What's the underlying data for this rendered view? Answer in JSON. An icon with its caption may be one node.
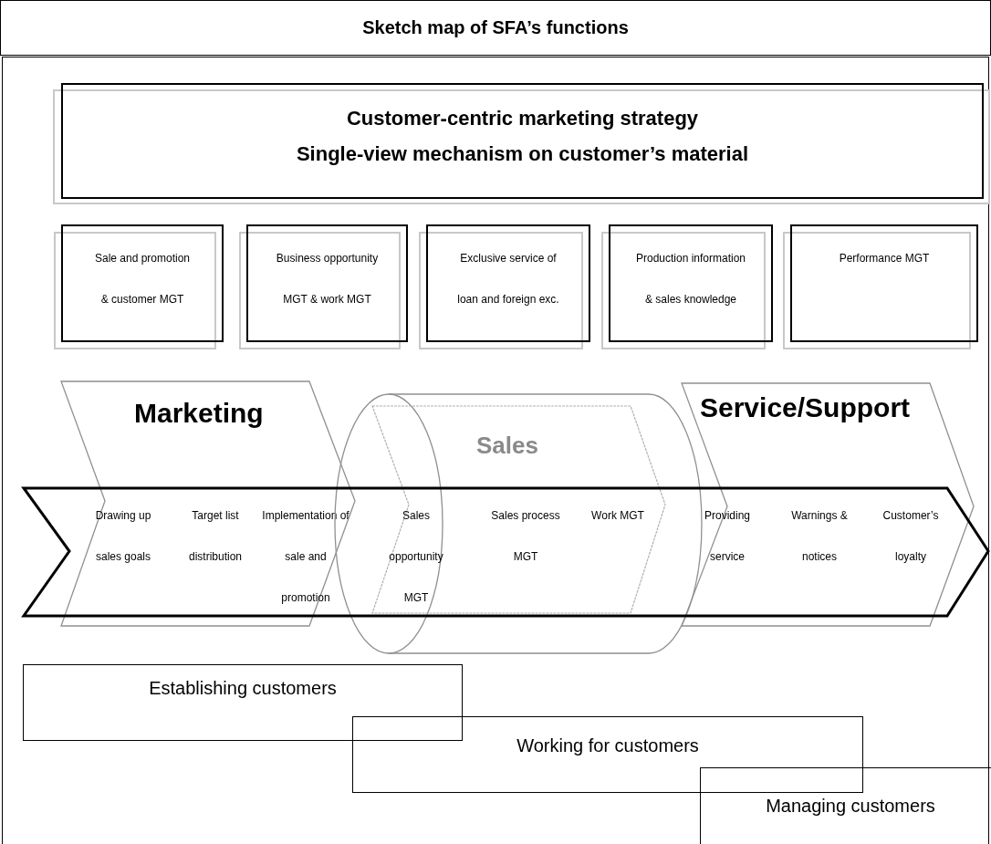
{
  "diagram": {
    "title": "Sketch map of SFA’s functions",
    "nodes": [
      {
        "text": [
          "Customer-centric marketing strategy",
          "Single-view mechanism on customer’s material"
        ]
      },
      {
        "text": [
          "Sale and promotion & customer MGT"
        ]
      },
      {
        "text": [
          "Business opportunity MGT & work MGT"
        ]
      },
      {
        "text": [
          "Exclusive service of loan and foreign exc."
        ]
      },
      {
        "text": [
          "Production information & sales knowledge"
        ]
      },
      {
        "text": [
          "Performance MGT"
        ]
      },
      {
        "text": [
          "Marketing",
          "Drawing up sales goals",
          "Target list distribution",
          "Implementation of sale and promotion"
        ]
      },
      {
        "text": [
          "Sales",
          "Sales opportunity MGT",
          "Sales process MGT",
          "Work MGT"
        ]
      },
      {
        "text": [
          "Service/Support",
          "Providing service",
          "Warnings & notices",
          "Customer’s loyalty"
        ]
      },
      {
        "text": [],
        "shape": "arrow"
      },
      {
        "text": [
          "Establishing customers"
        ]
      },
      {
        "text": [
          "Working for customers"
        ]
      },
      {
        "text": [
          "Managing customers"
        ]
      }
    ]
  }
}
